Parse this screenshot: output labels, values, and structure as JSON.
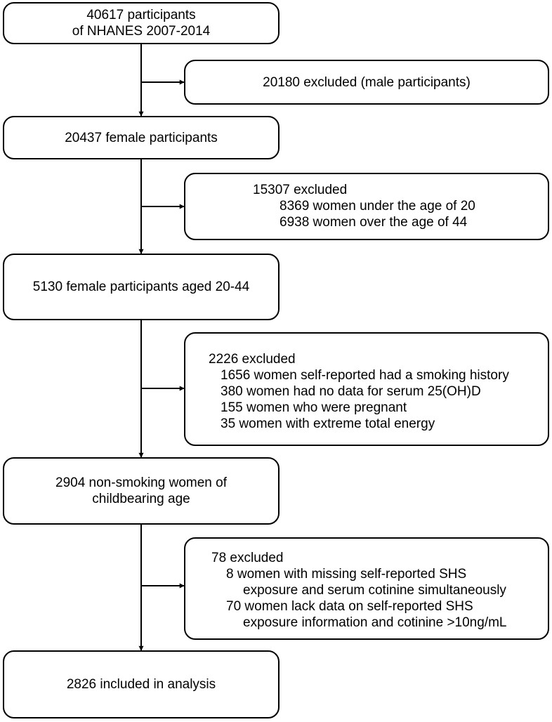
{
  "flow": {
    "main": [
      {
        "lines": [
          "40617 participants",
          "of NHANES 2007-2014"
        ]
      },
      {
        "lines": [
          "20437 female participants"
        ]
      },
      {
        "lines": [
          "5130 female participants aged 20-44"
        ]
      },
      {
        "lines": [
          "2904 non-smoking women of",
          "childbearing age"
        ]
      },
      {
        "lines": [
          "2826 included in analysis"
        ]
      }
    ],
    "exclusions": [
      {
        "lines": [
          "20180 excluded (male participants)"
        ]
      },
      {
        "header": "15307 excluded",
        "items": [
          "8369 women under the age of 20",
          "6938 women over the age of 44"
        ]
      },
      {
        "header": "2226 excluded",
        "items": [
          "1656 women self-reported had a smoking history",
          "380 women had no data for serum 25(OH)D",
          "155 women who were pregnant",
          "35 women with extreme total energy"
        ]
      },
      {
        "header": "78 excluded",
        "items": [
          "8 women with missing self-reported SHS",
          "exposure and serum cotinine simultaneously",
          "70 women lack data on self-reported SHS",
          "exposure information and cotinine >10ng/mL"
        ]
      }
    ]
  }
}
